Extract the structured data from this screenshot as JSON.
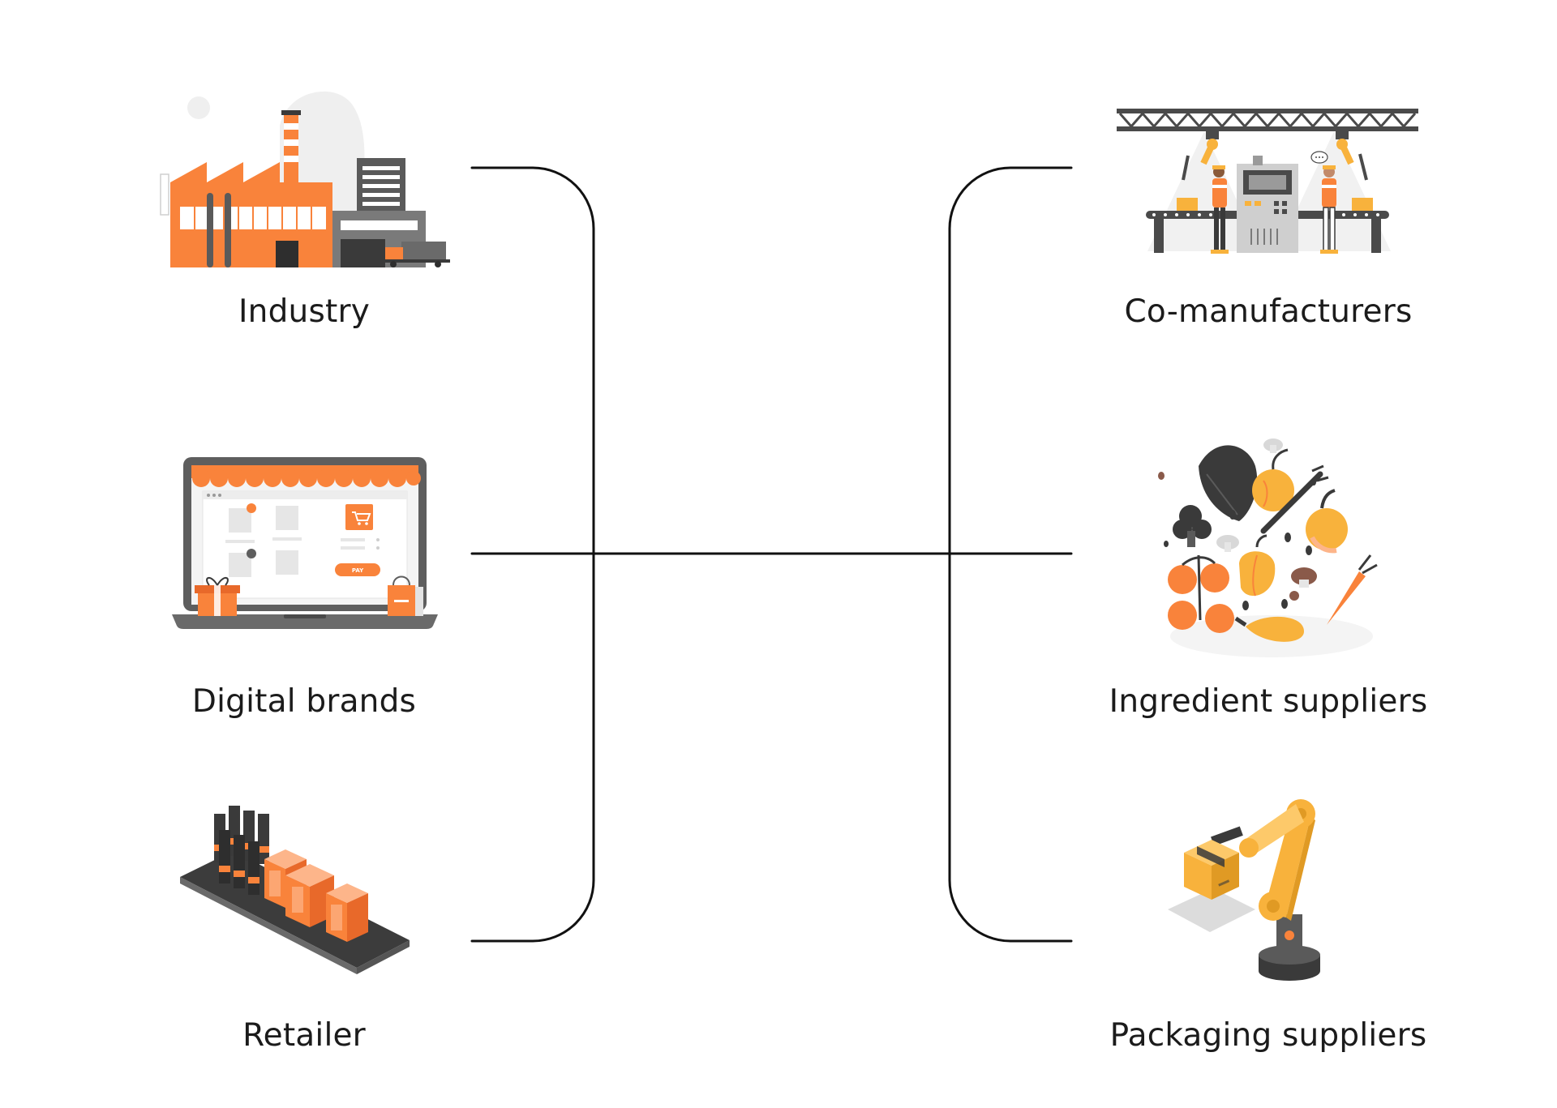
{
  "diagram": {
    "left_nodes": [
      {
        "id": "industry",
        "label": "Industry",
        "icon": "factory-icon"
      },
      {
        "id": "digital-brands",
        "label": "Digital brands",
        "icon": "laptop-shop-icon"
      },
      {
        "id": "retailer",
        "label": "Retailer",
        "icon": "retail-shelf-icon"
      }
    ],
    "right_nodes": [
      {
        "id": "co-manufacturers",
        "label": "Co-manufacturers",
        "icon": "assembly-line-icon"
      },
      {
        "id": "ingredient-suppliers",
        "label": "Ingredient suppliers",
        "icon": "vegetables-icon"
      },
      {
        "id": "packaging-suppliers",
        "label": "Packaging suppliers",
        "icon": "robot-arm-icon"
      }
    ],
    "laptop_pay_label": "PAY",
    "colors": {
      "accent": "#F9833B",
      "accent_light": "#FDB58A",
      "yellow": "#F8B23C",
      "dark": "#3A3A3A",
      "gray": "#7A7A7A",
      "light_gray": "#EDEDED",
      "line": "#111111"
    }
  }
}
